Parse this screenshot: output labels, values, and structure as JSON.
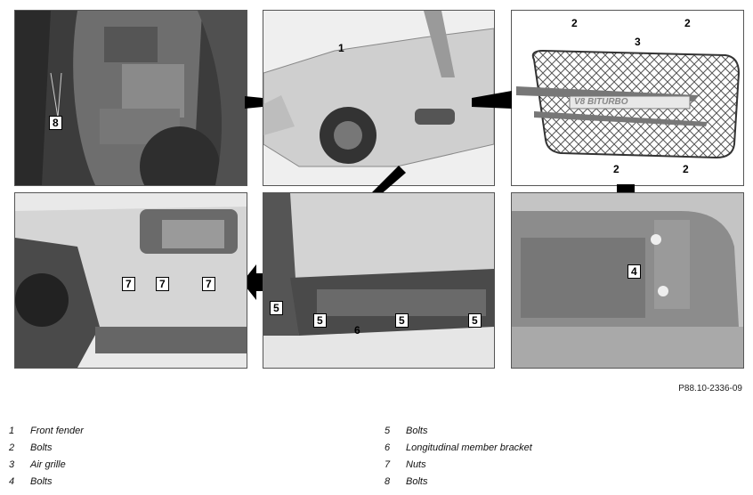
{
  "reference_code": "P88.10-2336-09",
  "callouts": {
    "p1": [
      "8"
    ],
    "p2": [
      "1"
    ],
    "p3": [
      "2",
      "2",
      "3",
      "2",
      "2"
    ],
    "p3_badge": "V8 BITURBO",
    "p4": [
      "7",
      "7",
      "7"
    ],
    "p5": [
      "5",
      "5",
      "6",
      "5",
      "5"
    ],
    "p6": [
      "4"
    ]
  },
  "legend_left": [
    {
      "num": "1",
      "text": "Front fender"
    },
    {
      "num": "2",
      "text": "Bolts"
    },
    {
      "num": "3",
      "text": "Air grille"
    },
    {
      "num": "4",
      "text": "Bolts"
    }
  ],
  "legend_right": [
    {
      "num": "5",
      "text": "Bolts"
    },
    {
      "num": "6",
      "text": "Longitudinal member bracket"
    },
    {
      "num": "7",
      "text": "Nuts"
    },
    {
      "num": "8",
      "text": "Bolts"
    }
  ]
}
